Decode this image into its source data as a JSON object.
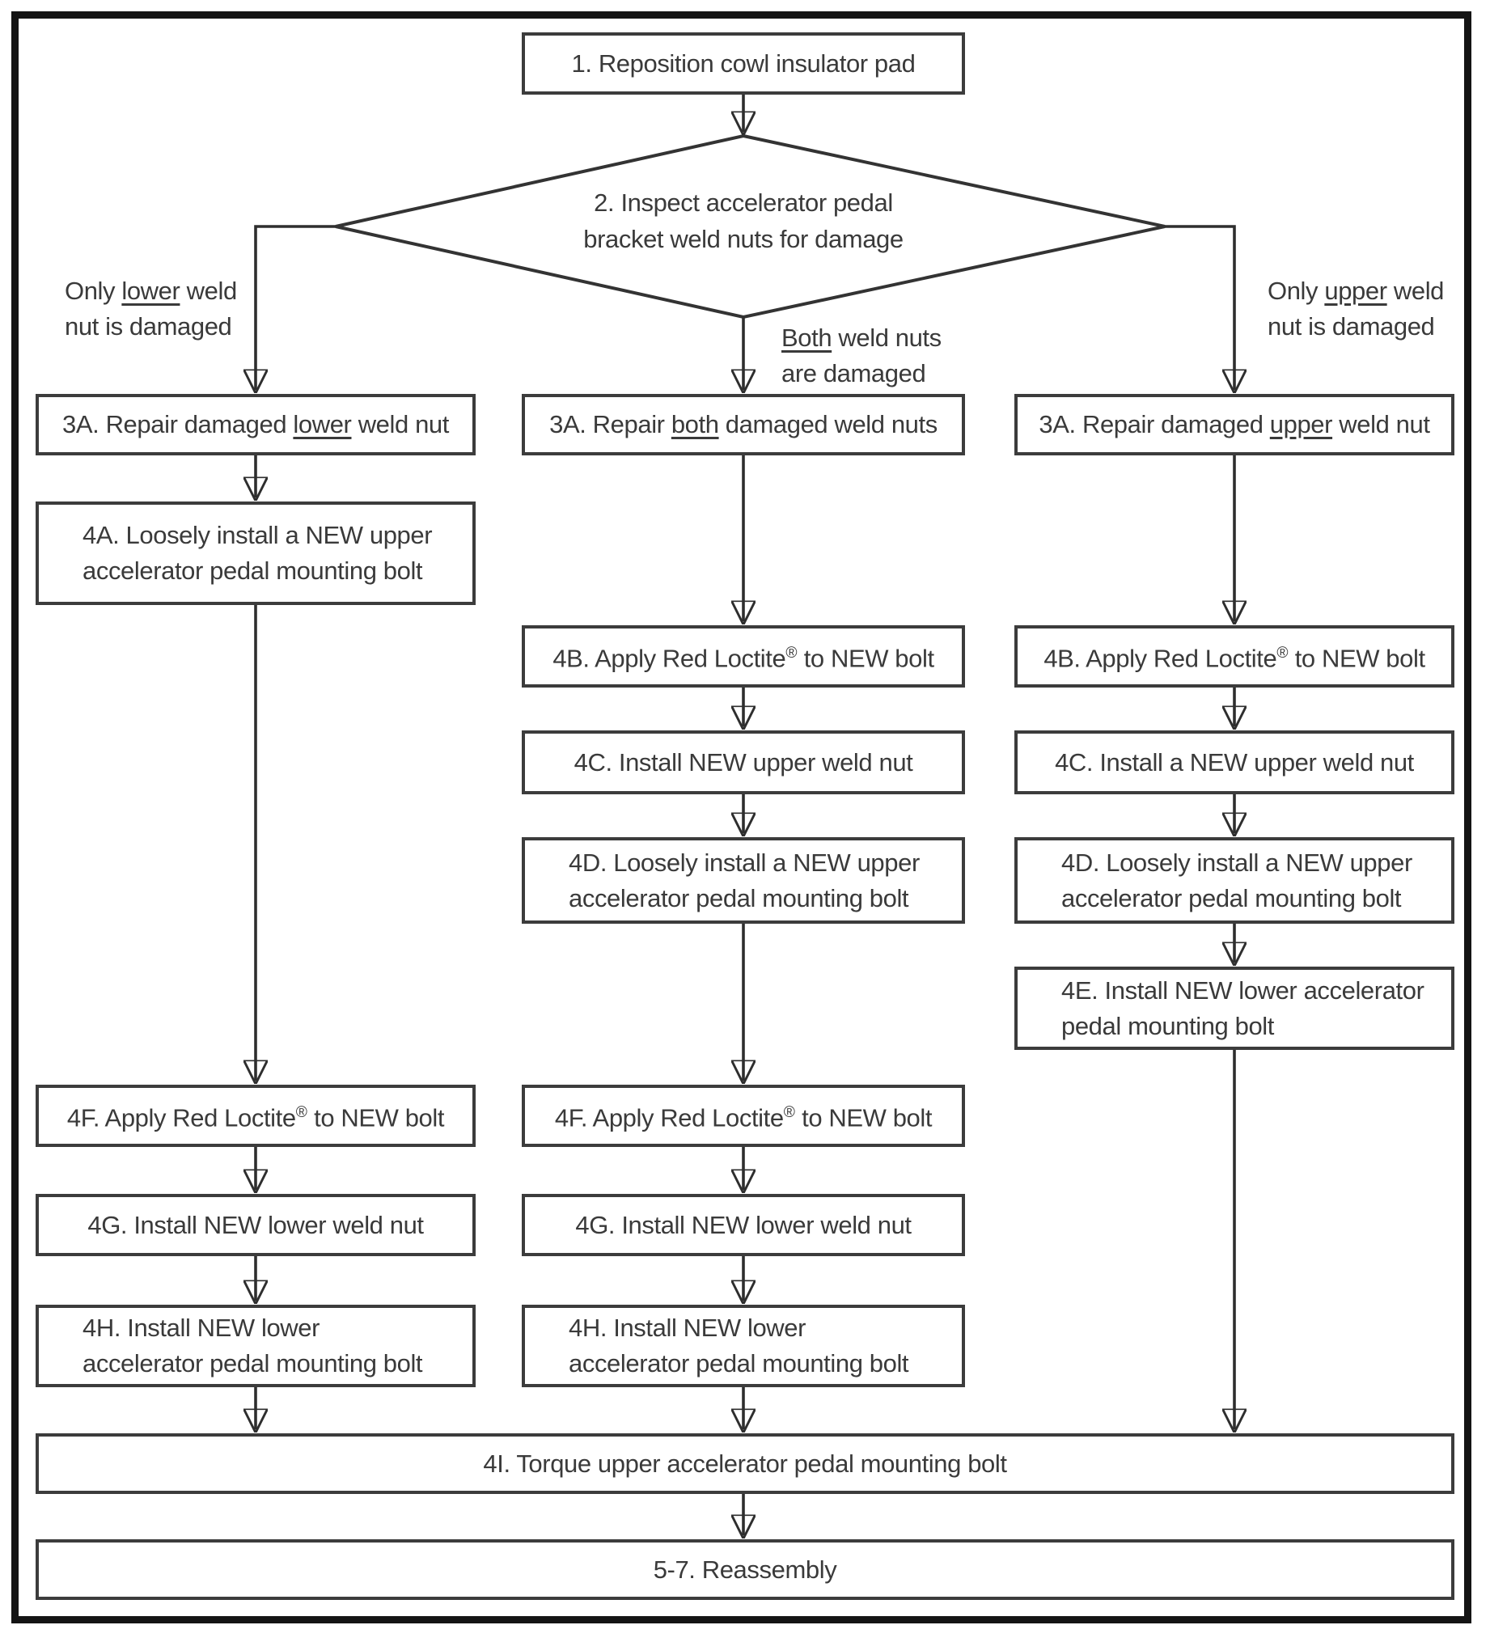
{
  "colors": {
    "ink": "#3a3a3a",
    "box_border": "#3c3c3c",
    "connector": "#2e2e2e",
    "frame": "#141414",
    "background": "#ffffff"
  },
  "nodes": {
    "step1": {
      "segments": [
        {
          "t": "1. Reposition cowl insulator pad"
        }
      ]
    },
    "step2": {
      "lines": [
        [
          {
            "t": "2. Inspect accelerator pedal"
          }
        ],
        [
          {
            "t": "bracket weld nuts for damage"
          }
        ]
      ]
    },
    "cond_lower": {
      "lines": [
        [
          {
            "t": "Only "
          },
          {
            "t": "lower",
            "u": true
          },
          {
            "t": " weld"
          }
        ],
        [
          {
            "t": "nut is damaged"
          }
        ]
      ]
    },
    "cond_both": {
      "lines": [
        [
          {
            "t": "Both",
            "u": true
          },
          {
            "t": " weld nuts"
          }
        ],
        [
          {
            "t": "are damaged"
          }
        ]
      ]
    },
    "cond_upper": {
      "lines": [
        [
          {
            "t": "Only "
          },
          {
            "t": "upper",
            "u": true
          },
          {
            "t": " weld"
          }
        ],
        [
          {
            "t": "nut is damaged"
          }
        ]
      ]
    },
    "repair_lower": {
      "segments": [
        {
          "t": "3A. Repair damaged "
        },
        {
          "t": "lower",
          "u": true
        },
        {
          "t": " weld nut"
        }
      ]
    },
    "repair_both": {
      "segments": [
        {
          "t": "3A. Repair "
        },
        {
          "t": "both",
          "u": true
        },
        {
          "t": " damaged weld nuts"
        }
      ]
    },
    "repair_upper": {
      "segments": [
        {
          "t": "3A. Repair damaged "
        },
        {
          "t": "upper",
          "u": true
        },
        {
          "t": " weld nut"
        }
      ]
    },
    "step4a": {
      "lines": [
        [
          {
            "t": "4A. Loosely install a NEW upper"
          }
        ],
        [
          {
            "t": "accelerator pedal mounting bolt"
          }
        ]
      ]
    },
    "step4b": {
      "segments": [
        {
          "t": "4B. Apply Red Loctite"
        },
        {
          "t": "®",
          "sup": true
        },
        {
          "t": " to NEW bolt"
        }
      ]
    },
    "step4c_mid": {
      "segments": [
        {
          "t": "4C. Install NEW upper weld nut"
        }
      ]
    },
    "step4c_right": {
      "segments": [
        {
          "t": "4C. Install a NEW upper weld nut"
        }
      ]
    },
    "step4d": {
      "lines": [
        [
          {
            "t": "4D. Loosely install a NEW upper"
          }
        ],
        [
          {
            "t": "accelerator pedal mounting bolt"
          }
        ]
      ]
    },
    "step4e": {
      "lines": [
        [
          {
            "t": "4E. Install NEW lower accelerator"
          }
        ],
        [
          {
            "t": "pedal mounting bolt"
          }
        ]
      ]
    },
    "step4f": {
      "segments": [
        {
          "t": "4F. Apply Red Loctite"
        },
        {
          "t": "®",
          "sup": true
        },
        {
          "t": " to NEW bolt"
        }
      ]
    },
    "step4g": {
      "segments": [
        {
          "t": "4G. Install NEW lower weld nut"
        }
      ]
    },
    "step4h": {
      "lines": [
        [
          {
            "t": "4H. Install NEW lower"
          }
        ],
        [
          {
            "t": "accelerator pedal mounting bolt"
          }
        ]
      ]
    },
    "step4i": {
      "segments": [
        {
          "t": "4I. Torque upper accelerator pedal mounting bolt"
        }
      ]
    },
    "step57": {
      "segments": [
        {
          "t": "5-7. Reassembly"
        }
      ]
    }
  },
  "edges": [
    {
      "from": "step1",
      "to": "step2"
    },
    {
      "from": "step2",
      "to": "repair_lower",
      "condition": "Only lower weld nut is damaged"
    },
    {
      "from": "step2",
      "to": "repair_both",
      "condition": "Both weld nuts are damaged"
    },
    {
      "from": "step2",
      "to": "repair_upper",
      "condition": "Only upper weld nut is damaged"
    },
    {
      "from": "repair_lower",
      "to": "step4a"
    },
    {
      "from": "step4a",
      "to": "step4f_left"
    },
    {
      "from": "repair_both",
      "to": "step4b_mid"
    },
    {
      "from": "step4b_mid",
      "to": "step4c_mid"
    },
    {
      "from": "step4c_mid",
      "to": "step4d_mid"
    },
    {
      "from": "step4d_mid",
      "to": "step4f_mid"
    },
    {
      "from": "step4f_left",
      "to": "step4g_left"
    },
    {
      "from": "step4f_mid",
      "to": "step4g_mid"
    },
    {
      "from": "step4g_left",
      "to": "step4h_left"
    },
    {
      "from": "step4g_mid",
      "to": "step4h_mid"
    },
    {
      "from": "step4h_left",
      "to": "step4i"
    },
    {
      "from": "step4h_mid",
      "to": "step4i"
    },
    {
      "from": "repair_upper",
      "to": "step4b_right"
    },
    {
      "from": "step4b_right",
      "to": "step4c_right"
    },
    {
      "from": "step4c_right",
      "to": "step4d_right"
    },
    {
      "from": "step4d_right",
      "to": "step4e"
    },
    {
      "from": "step4e",
      "to": "step4i"
    },
    {
      "from": "step4i",
      "to": "step57"
    }
  ]
}
